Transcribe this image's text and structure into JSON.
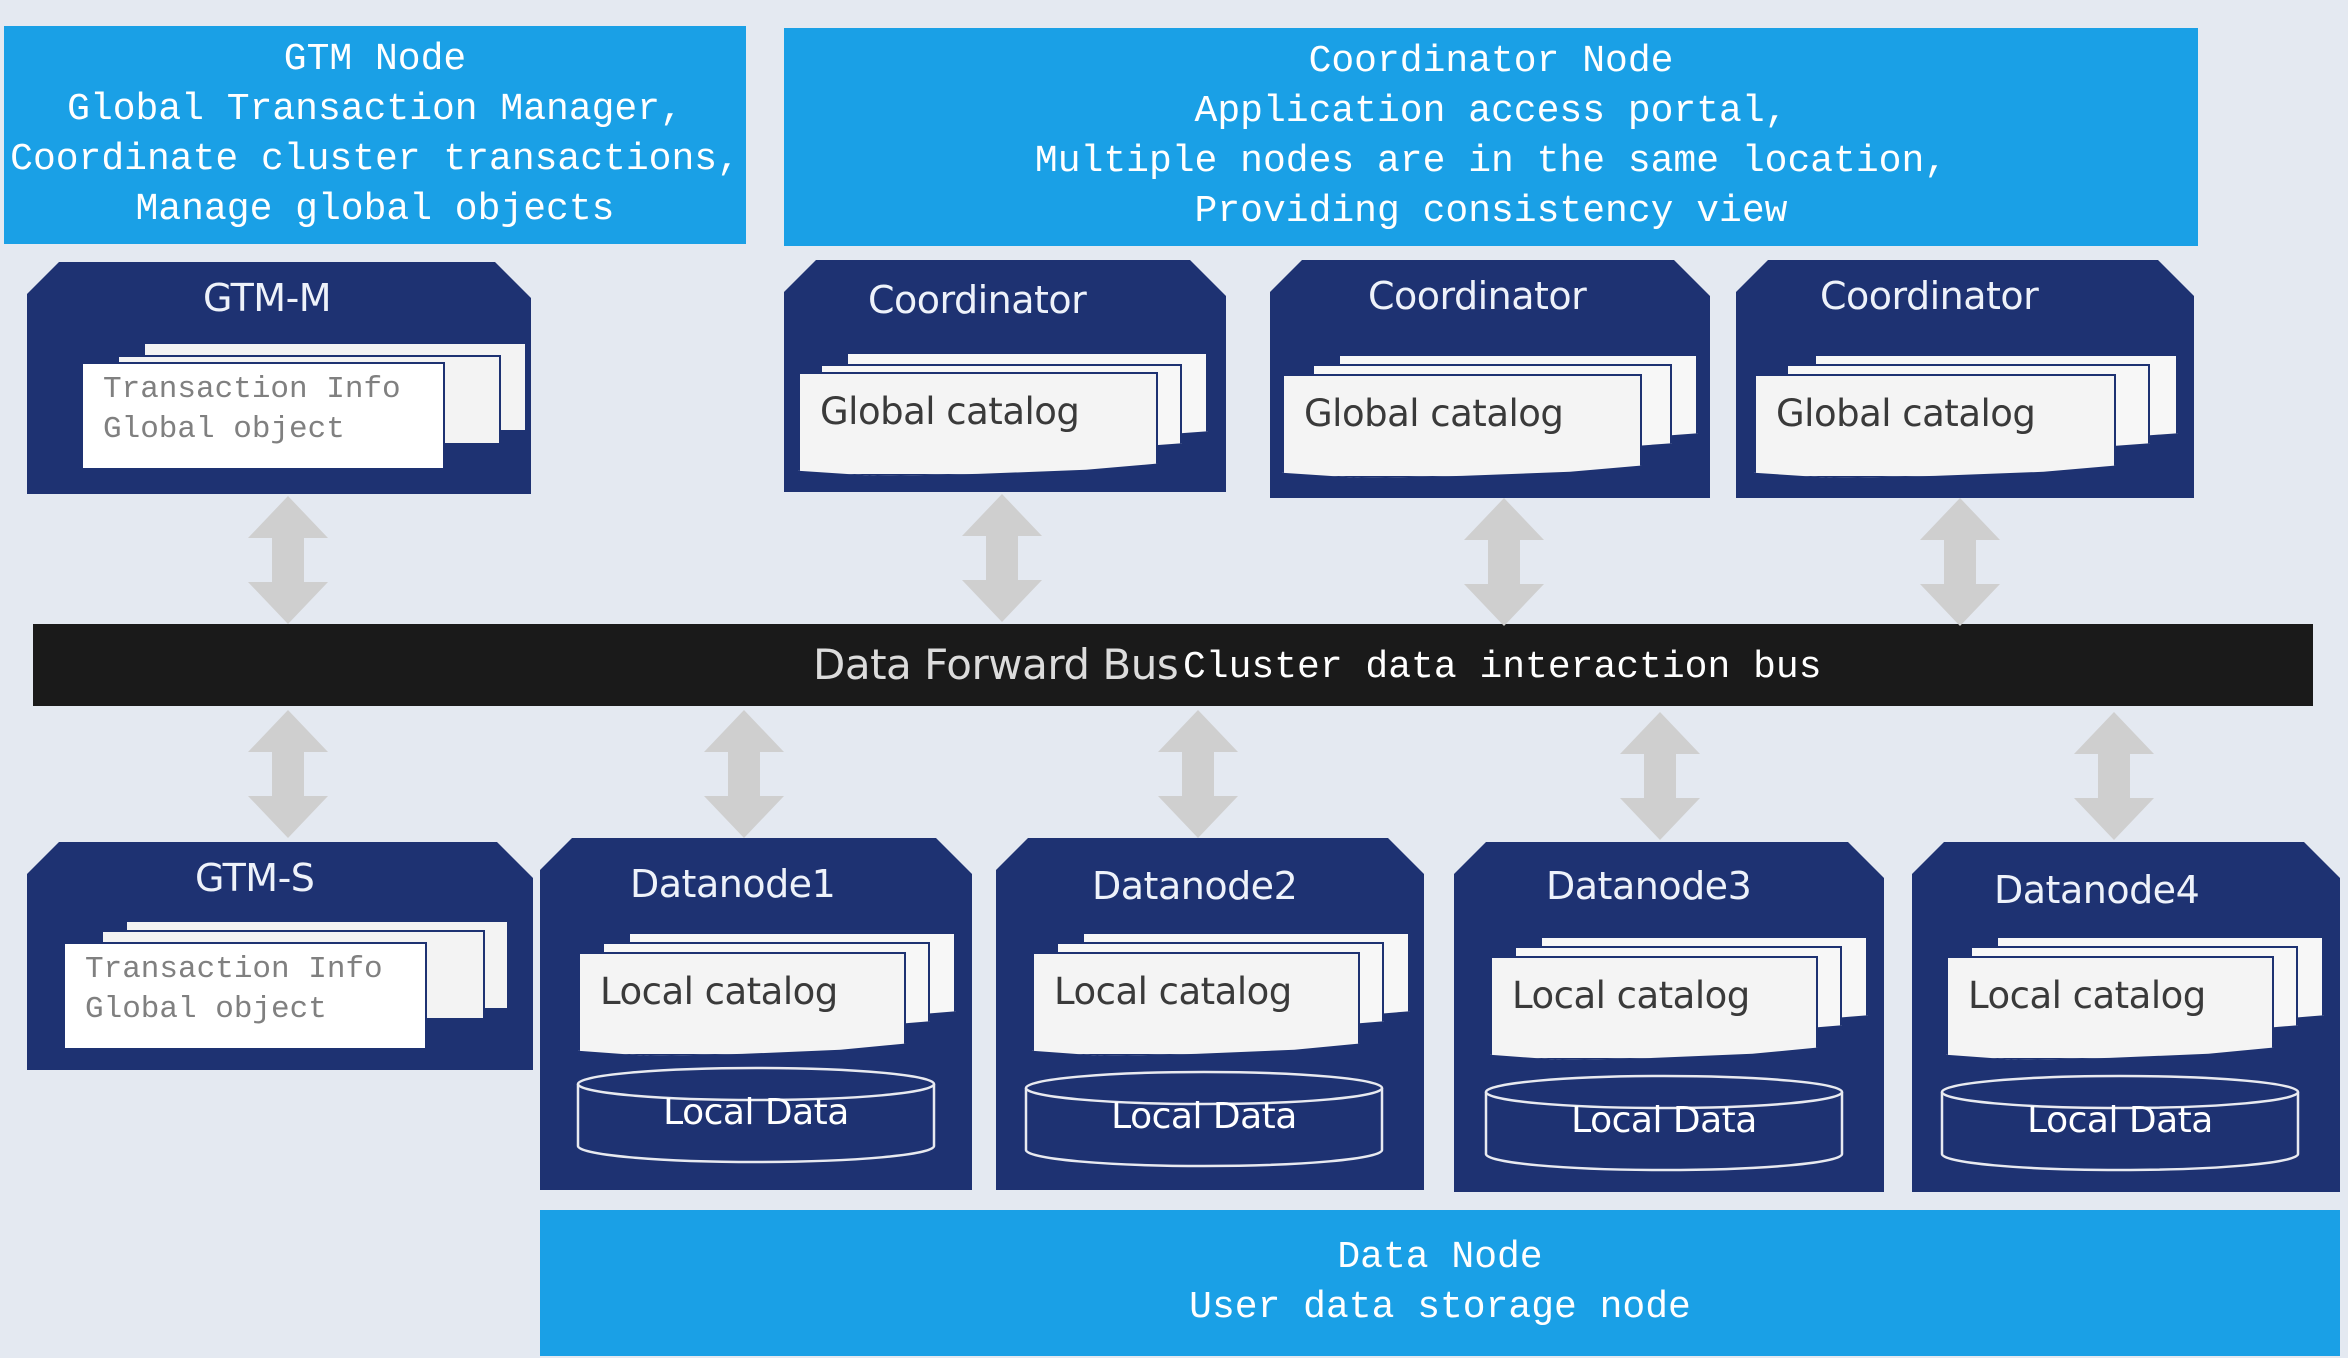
{
  "gtm_banner": {
    "lines": [
      "GTM Node",
      "Global Transaction Manager,",
      "Coordinate cluster transactions,",
      "Manage global objects"
    ]
  },
  "coord_banner": {
    "lines": [
      "Coordinator Node",
      "Application access portal,",
      "Multiple nodes are in the same location,",
      "Providing consistency view"
    ]
  },
  "data_banner": {
    "lines": [
      "Data Node",
      "User data storage node"
    ]
  },
  "gtm_m": {
    "title": "GTM-M",
    "info": [
      "Transaction Info",
      "Global object"
    ]
  },
  "gtm_s": {
    "title": "GTM-S",
    "info": [
      "Transaction Info",
      "Global object"
    ]
  },
  "coordinators": [
    {
      "title": "Coordinator",
      "catalog": "Global catalog"
    },
    {
      "title": "Coordinator",
      "catalog": "Global catalog"
    },
    {
      "title": "Coordinator",
      "catalog": "Global catalog"
    }
  ],
  "datanodes": [
    {
      "title": "Datanode1",
      "catalog": "Local catalog",
      "data": "Local Data"
    },
    {
      "title": "Datanode2",
      "catalog": "Local catalog",
      "data": "Local Data"
    },
    {
      "title": "Datanode3",
      "catalog": "Local catalog",
      "data": "Local Data"
    },
    {
      "title": "Datanode4",
      "catalog": "Local catalog",
      "data": "Local Data"
    }
  ],
  "bus": {
    "title": "Data Forward Bus",
    "subtitle": "Cluster data interaction bus"
  },
  "colors": {
    "banner": "#1aa0e6",
    "node": "#1e3272",
    "bus": "#1a1a1a",
    "arrow": "#cfcfcf",
    "background": "#e4e9f1"
  },
  "icons": {
    "arrow": "double-headed-vertical-arrow-icon",
    "storage": "cylinder-database-icon"
  }
}
